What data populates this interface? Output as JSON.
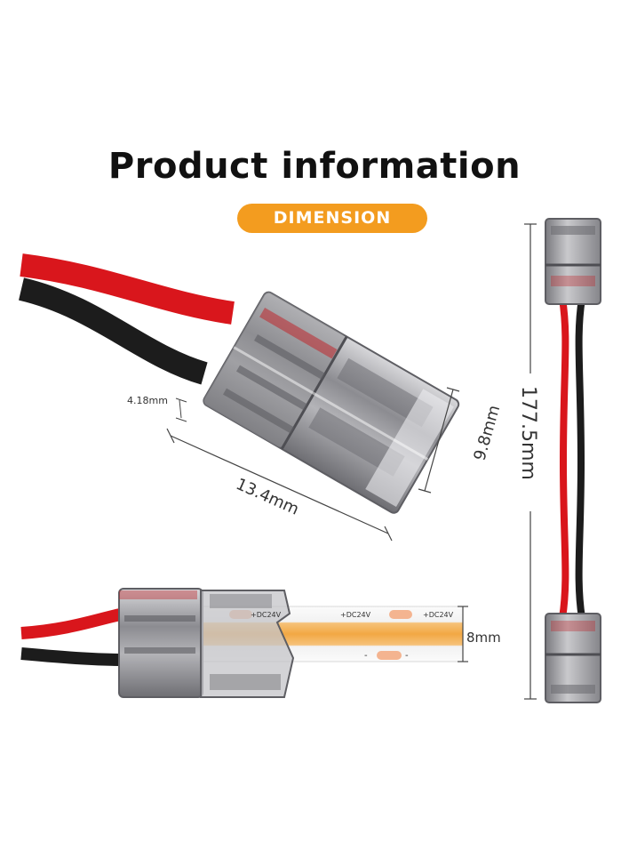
{
  "title": "Product information",
  "badge": {
    "label": "DIMENSION",
    "color": "#f39c1f"
  },
  "dimensions": {
    "pin_pitch": "4.18mm",
    "connector_length": "13.4mm",
    "connector_width": "9.8mm",
    "cable_length": "177.5mm",
    "strip_width": "8mm"
  },
  "strip_markings": {
    "plus_label": "+DC24V",
    "minus_label": "-"
  },
  "colors": {
    "wire_red": "#d9161c",
    "wire_black": "#1c1c1c",
    "connector": "#9a9a9e",
    "strip": "#f4b55a"
  }
}
